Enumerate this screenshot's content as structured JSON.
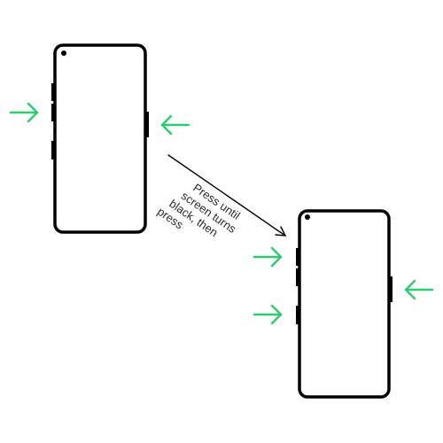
{
  "instruction": {
    "lines": [
      "Press until",
      "screen turns",
      "black, then",
      "press"
    ]
  },
  "colors": {
    "phone_outline": "#000000",
    "button": "#000000",
    "accent_arrow": "#2ecc71",
    "step_arrow": "#000000",
    "caption_text": "#2a2a2a"
  },
  "icons": {
    "press_indicator": "arrow-right-icon / arrow-left-icon",
    "front_camera": "camera-dot-icon",
    "transition": "diagonal-arrow-icon"
  }
}
